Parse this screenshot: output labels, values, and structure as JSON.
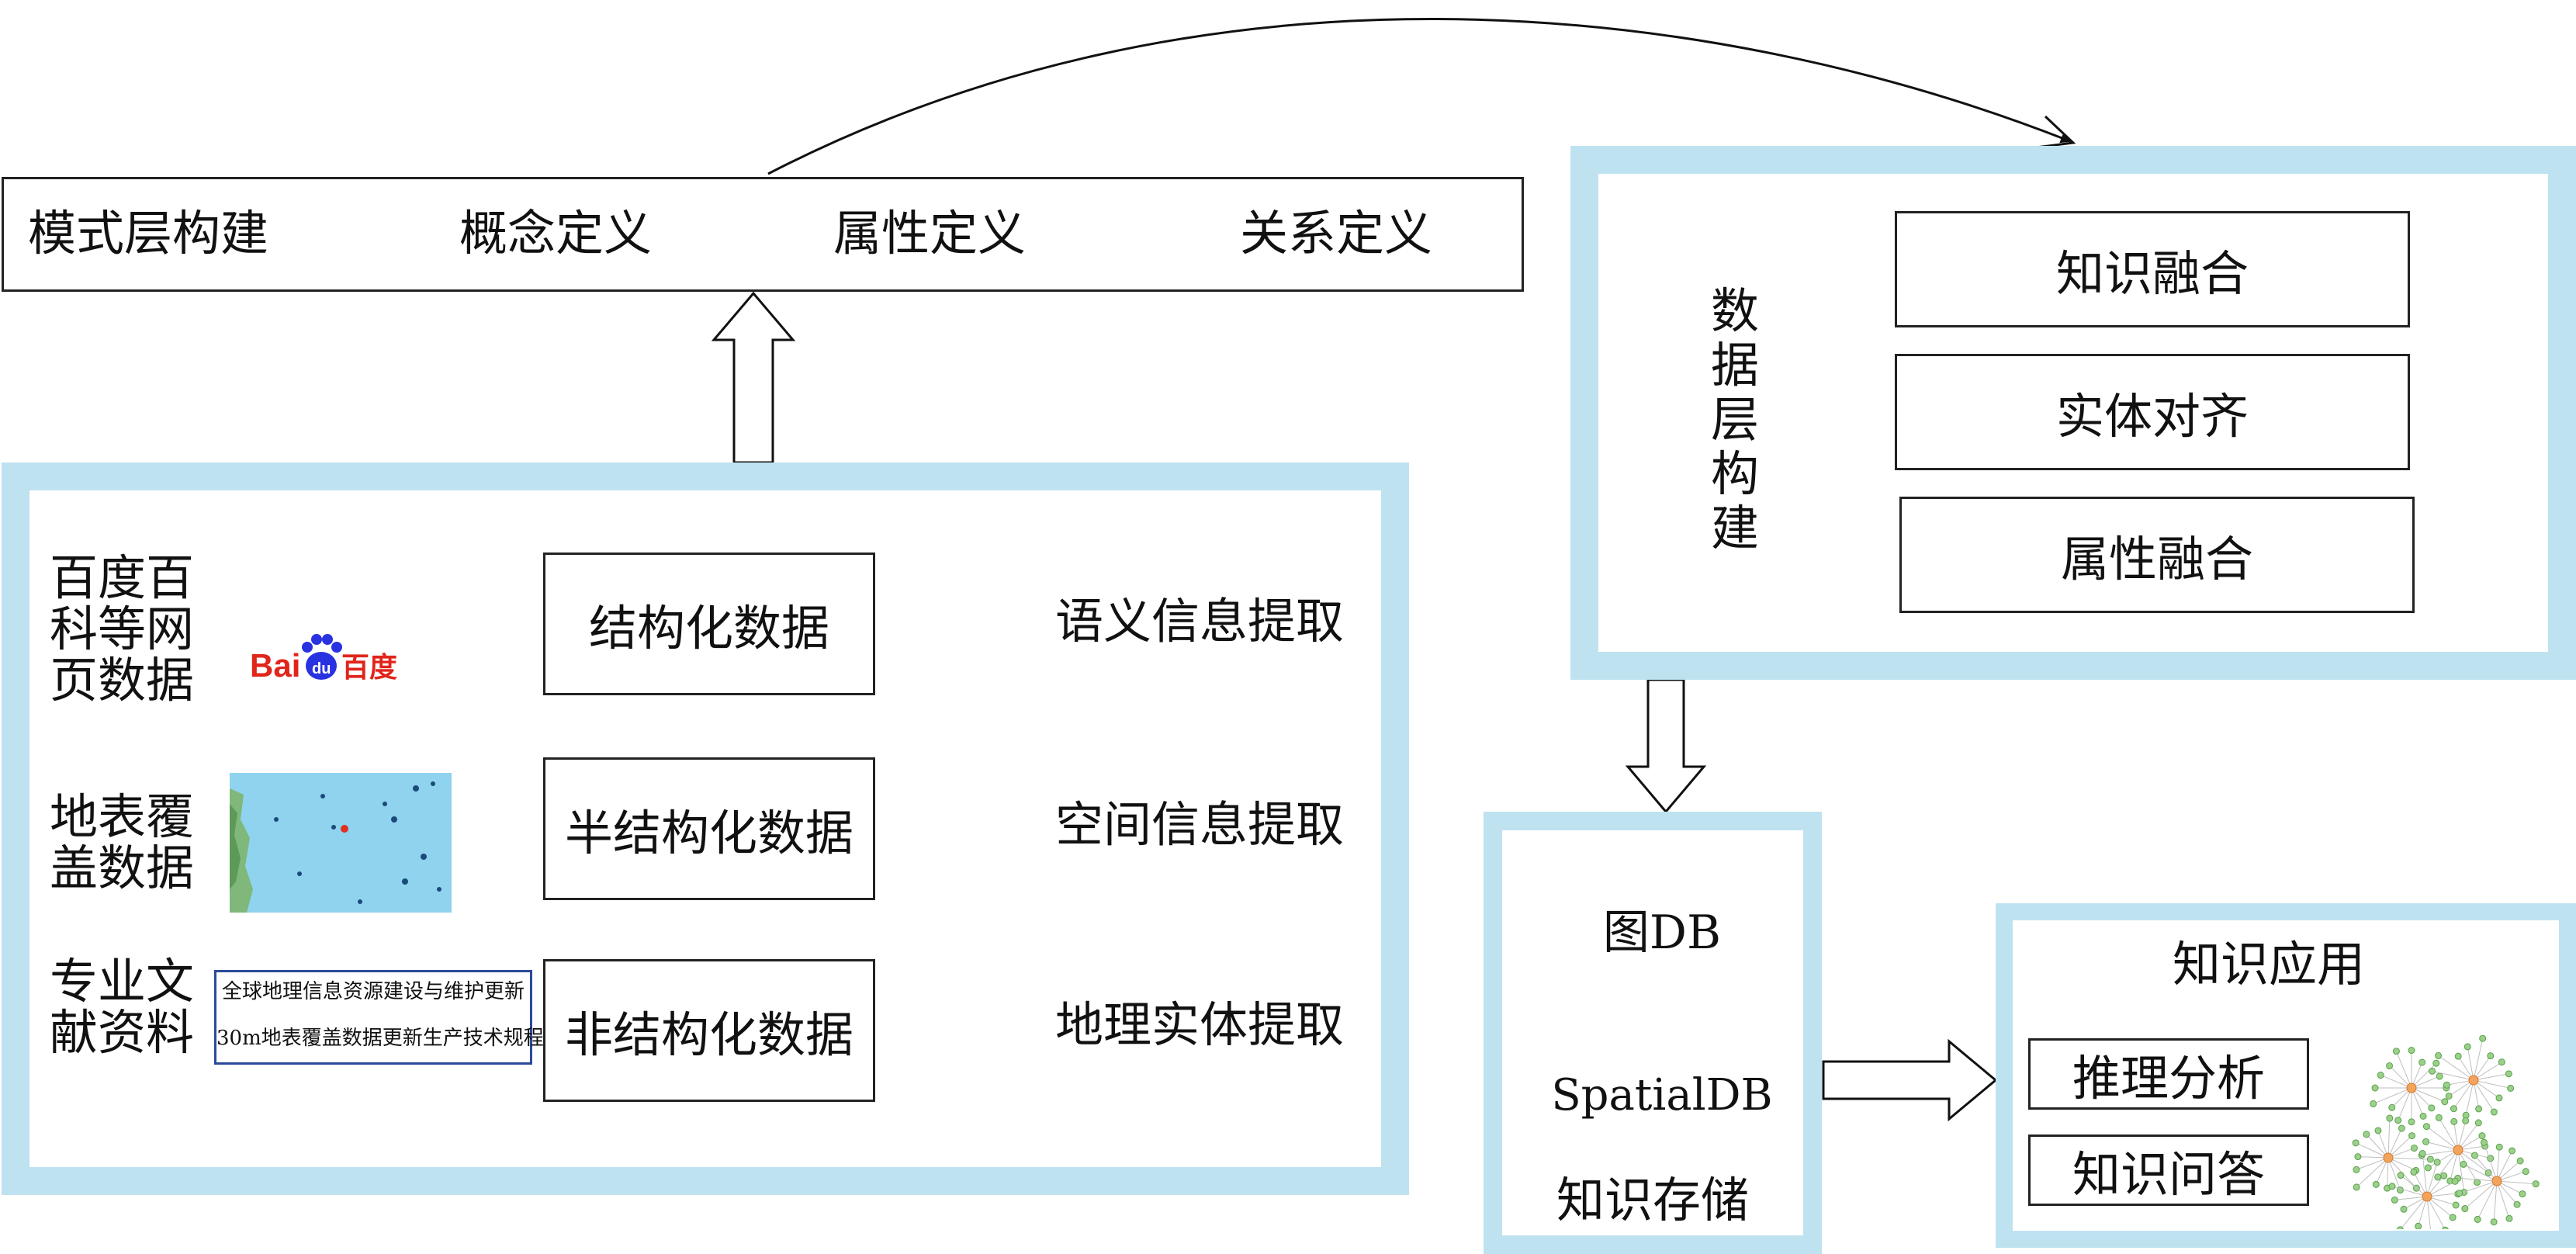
{
  "schema_layer": {
    "title": "模式层构建",
    "items": [
      "概念定义",
      "属性定义",
      "关系定义"
    ]
  },
  "sources": [
    {
      "label_lines": [
        "百度百",
        "科等网",
        "页数据"
      ],
      "logo_text": "Bai百度",
      "logo_paw": "du",
      "type": "结构化数据",
      "extraction": "语义信息提取"
    },
    {
      "label_lines": [
        "地表覆",
        "盖数据"
      ],
      "type": "半结构化数据",
      "extraction": "空间信息提取"
    },
    {
      "label_lines": [
        "专业文",
        "献资料"
      ],
      "doc_line1": "全球地理信息资源建设与维护更新",
      "doc_line2": "30m地表覆盖数据更新生产技术规程",
      "type": "非结构化数据",
      "extraction": "地理实体提取"
    }
  ],
  "data_layer": {
    "title_chars": [
      "数",
      "据",
      "层",
      "构",
      "建"
    ],
    "items": [
      "知识融合",
      "实体对齐",
      "属性融合"
    ]
  },
  "storage": {
    "db1": "图DB",
    "db2": "SpatialDB",
    "caption": "知识存储"
  },
  "application": {
    "title": "知识应用",
    "items": [
      "推理分析",
      "知识问答"
    ]
  },
  "colors": {
    "frame": "#bfe2f1",
    "stroke": "#222222",
    "baidu_red": "#e1251b",
    "baidu_blue": "#2932e1",
    "map_sea": "#8fd3ee",
    "doc_border": "#2b4a9a"
  }
}
